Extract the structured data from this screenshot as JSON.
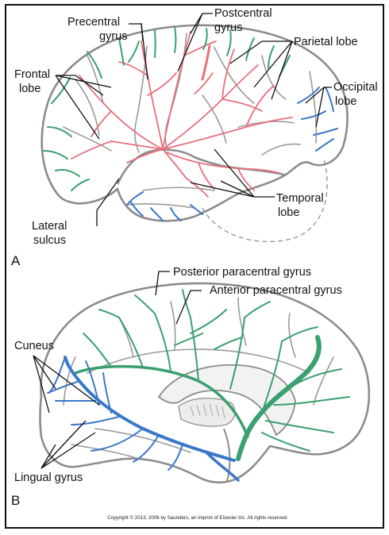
{
  "panel_a": {
    "tag": "A",
    "labels": {
      "precentral_line1": "Precentral",
      "precentral_line2": "gyrus",
      "postcentral_line1": "Postcentral",
      "postcentral_line2": "gyrus",
      "parietal": "Parietal lobe",
      "frontal_line1": "Frontal",
      "frontal_line2": "lobe",
      "occipital_line1": "Occipital",
      "occipital_line2": "lobe",
      "temporal_line1": "Temporal",
      "temporal_line2": "lobe",
      "lateral_line1": "Lateral",
      "lateral_line2": "sulcus"
    }
  },
  "panel_b": {
    "tag": "B",
    "labels": {
      "posterior_paracentral": "Posterior paracentral gyrus",
      "anterior_paracentral": "Anterior paracentral gyrus",
      "cuneus": "Cuneus",
      "lingual": "Lingual gyrus"
    }
  },
  "copyright": "Copyright © 2013, 2006 by Saunders, an imprint of Elsevier Inc. All rights reserved.",
  "colors": {
    "anterior_artery": "#3aa06f",
    "middle_artery": "#e8707b",
    "posterior_artery": "#3a78c8",
    "outline": "#8c8c8c"
  }
}
